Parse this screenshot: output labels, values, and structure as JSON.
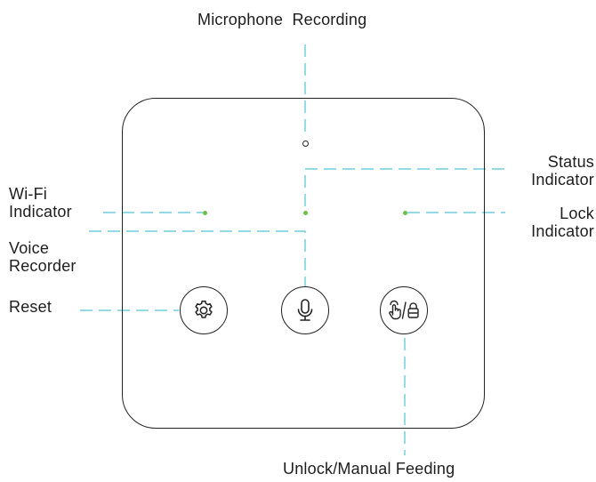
{
  "labels": {
    "microphone": "Microphone  Recording",
    "wifi_line1": "Wi-Fi",
    "wifi_line2": "Indicator",
    "voice_line1": "Voice",
    "voice_line2": "Recorder",
    "reset": "Reset",
    "status_line1": "Status",
    "status_line2": "Indicator",
    "lock_line1": "Lock",
    "lock_line2": "Indicator",
    "unlock": "Unlock/Manual Feeding"
  },
  "colors": {
    "leader_line": "#4fc3d6",
    "indicator_led": "#6cc04a",
    "outline": "#222222"
  },
  "icons": {
    "reset_button": "gear-icon",
    "voice_button": "microphone-icon",
    "unlock_button": "hand-and-lock-icon"
  }
}
